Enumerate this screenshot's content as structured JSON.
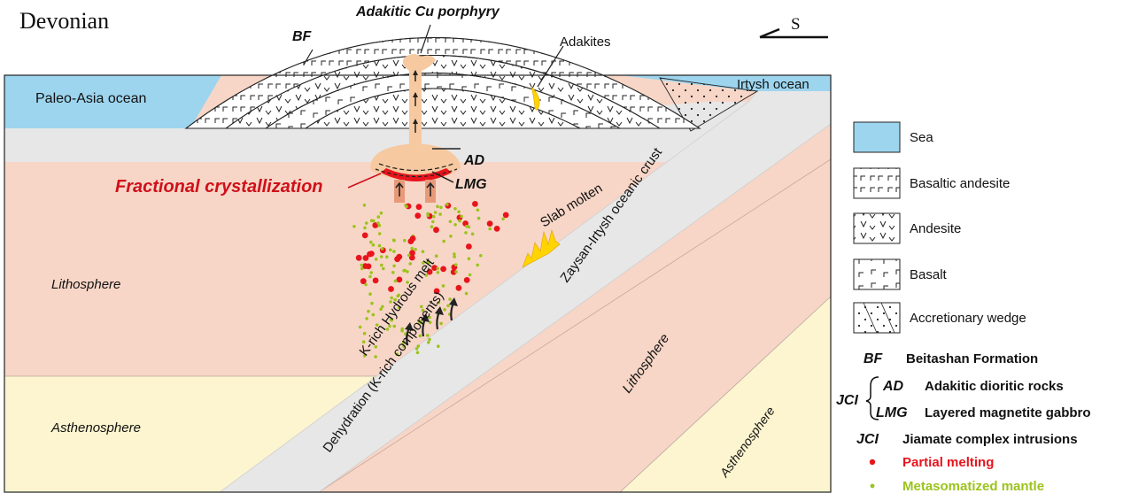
{
  "title": "Devonian",
  "north_arrow": {
    "label": "S"
  },
  "labels": {
    "porphyry": "Adakitic Cu porphyry",
    "bf": "BF",
    "adakites": "Adakites",
    "paleo_asia_ocean": "Paleo-Asia ocean",
    "irtysh_ocean": "Irtysh ocean",
    "ad": "AD",
    "lmg": "LMG",
    "fractional_crystallization": "Fractional crystallization",
    "slab_molten": "Slab molten",
    "oceanic_crust": "Zaysan-Irtysh oceanic crust",
    "lithosphere_left": "Lithosphere",
    "lithosphere_right": "Lithosphere",
    "hydrous_melt": "K-rich Hydrous melt",
    "dehydration": "Dehydration (K-rich components)",
    "asthenosphere_left": "Asthenosphere",
    "asthenosphere_right": "Asthenosphere"
  },
  "legend": {
    "swatches": [
      {
        "label": "Sea",
        "icon": "sea-swatch-icon"
      },
      {
        "label": "Basaltic andesite",
        "icon": "basaltic-andesite-swatch-icon"
      },
      {
        "label": "Andesite",
        "icon": "andesite-swatch-icon"
      },
      {
        "label": "Basalt",
        "icon": "basalt-swatch-icon"
      },
      {
        "label": "Accretionary  wedge",
        "icon": "accretionary-wedge-swatch-icon"
      }
    ],
    "bf": {
      "abbr": "BF",
      "label": "Beitashan Formation"
    },
    "jci_group": {
      "abbr": "JCI",
      "ad_abbr": "AD",
      "ad_label": "Adakitic dioritic rocks",
      "lmg_abbr": "LMG",
      "lmg_label": "Layered magnetite gabbro"
    },
    "jci": {
      "abbr": "JCI",
      "label": "Jiamate complex intrusions"
    },
    "partial_melting": {
      "label": "Partial melting",
      "color": "#e8141c"
    },
    "metasomatized_mantle": {
      "label": "Metasomatized mantle",
      "color": "#9bc31c"
    }
  },
  "colors": {
    "sea": "#9dd5ef",
    "lithosphere": "#f7d6c7",
    "asthenosphere": "#fcf5cf",
    "slab": "#e7e7e7",
    "magma": "#f7c9a0",
    "melt_red": "#e8141c",
    "adakite_yellow": "#ffd400",
    "accent_red": "#d0101a"
  }
}
